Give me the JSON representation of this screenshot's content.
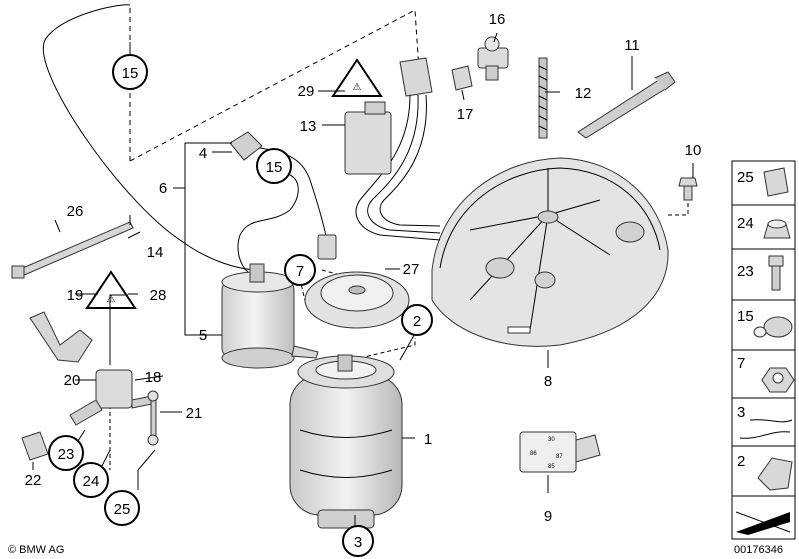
{
  "callouts": {
    "c1": "1",
    "c2": "2",
    "c3": "3",
    "c4": "4",
    "c5": "5",
    "c6": "6",
    "c7": "7",
    "c8": "8",
    "c9": "9",
    "c10": "10",
    "c11": "11",
    "c12": "12",
    "c13": "13",
    "c14": "14",
    "c15a": "15",
    "c15b": "15",
    "c16": "16",
    "c17": "17",
    "c18": "18",
    "c19": "19",
    "c20": "20",
    "c21": "21",
    "c22": "22",
    "c23": "23",
    "c24": "24",
    "c25": "25",
    "c26": "26",
    "c27": "27",
    "c28": "28",
    "c29": "29"
  },
  "side_panel": {
    "p25": "25",
    "p24": "24",
    "p23": "23",
    "p15": "15",
    "p7": "7",
    "p3": "3",
    "p2": "2"
  },
  "relay_marks": {
    "r30": "30",
    "r86": "86",
    "r87": "87",
    "r85": "85"
  },
  "footer": {
    "brand": "© BMW AG",
    "diagram_number": "00176346"
  },
  "colors": {
    "part_fill": "#e6e6e6",
    "part_dark": "#bdbdbd",
    "line": "#000000"
  },
  "icons": {
    "warning_triangle": "warning-triangle-icon",
    "arrow_box": "arrow-box-icon"
  }
}
